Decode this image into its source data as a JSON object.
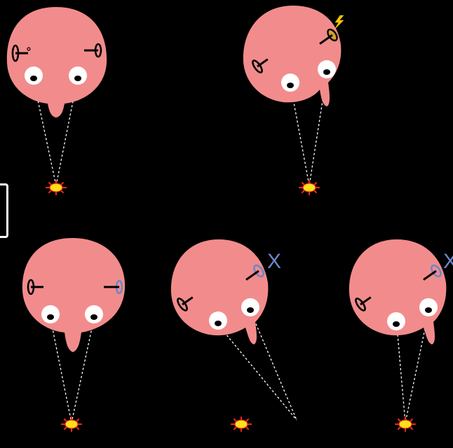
{
  "colors": {
    "background": "#000000",
    "head": "#f28c8c",
    "eye_white": "#ffffff",
    "pupil": "#000000",
    "sight_line": "#ffffff",
    "target_fill": "#ffdf1a",
    "target_ray": "#e0281e",
    "ear_normal": "#000000",
    "ear_marked": "#6d86c9",
    "ear_stimulated": "#d6a12a",
    "lightning": "#f5c400",
    "x_mark": "#6d86c9"
  },
  "icons": [
    "head-shape",
    "eye-icon",
    "ear-icon",
    "sun-target-icon",
    "lightning-icon",
    "x-mark-icon"
  ],
  "panels": [
    {
      "id": "top-left",
      "head_tilt": "upright",
      "ears": [
        "normal",
        "normal"
      ],
      "eyes_converge_on_target": true,
      "stimulus": "none"
    },
    {
      "id": "top-right",
      "head_tilt": "tilted",
      "ears": [
        "normal",
        "stimulated"
      ],
      "eyes_converge_on_target": true,
      "stimulus": "lightning"
    },
    {
      "id": "bottom-left",
      "head_tilt": "upright",
      "ears": [
        "normal",
        "marked"
      ],
      "eyes_converge_on_target": true,
      "stimulus": "none"
    },
    {
      "id": "bottom-middle",
      "head_tilt": "tilted",
      "ears": [
        "normal",
        "marked"
      ],
      "eyes_converge_on_target": false,
      "stimulus": "x-mark"
    },
    {
      "id": "bottom-right",
      "head_tilt": "tilted",
      "ears": [
        "normal",
        "marked"
      ],
      "eyes_converge_on_target": true,
      "stimulus": "x-mark"
    }
  ],
  "marks": {
    "x_mark_label": "X"
  }
}
